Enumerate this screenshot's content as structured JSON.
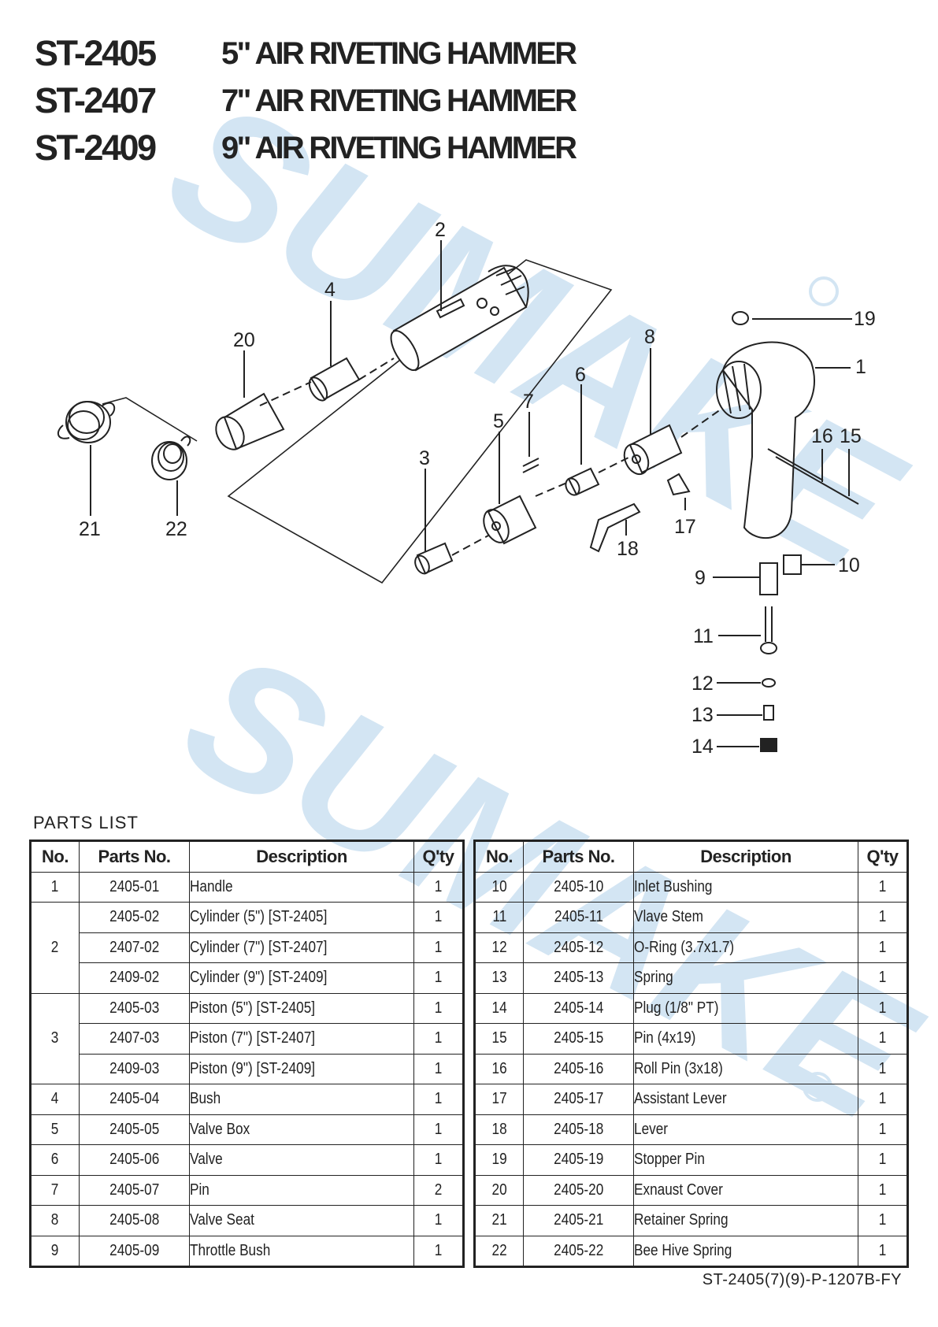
{
  "header": {
    "lines": [
      {
        "model": "ST-2405",
        "description": "5\" AIR RIVETING HAMMER"
      },
      {
        "model": "ST-2407",
        "description": "7\" AIR RIVETING HAMMER"
      },
      {
        "model": "ST-2409",
        "description": "9\" AIR RIVETING HAMMER"
      }
    ]
  },
  "watermark": {
    "text": "SUMAKE",
    "color": "#cfe3f2"
  },
  "diagram": {
    "callouts": [
      "1",
      "2",
      "3",
      "4",
      "5",
      "6",
      "7",
      "8",
      "9",
      "10",
      "11",
      "12",
      "13",
      "14",
      "15",
      "16",
      "17",
      "18",
      "19",
      "20",
      "21",
      "22"
    ]
  },
  "parts_list": {
    "label": "PARTS LIST",
    "columns": [
      "No.",
      "Parts No.",
      "Description",
      "Q'ty"
    ],
    "left": [
      {
        "no": "1",
        "part": "2405-01",
        "desc": "Handle",
        "qty": "1"
      },
      {
        "no": "2",
        "part": "2405-02",
        "desc": "Cylinder (5\") [ST-2405]",
        "qty": "1"
      },
      {
        "no": "",
        "part": "2407-02",
        "desc": "Cylinder (7\") [ST-2407]",
        "qty": "1"
      },
      {
        "no": "",
        "part": "2409-02",
        "desc": "Cylinder (9\") [ST-2409]",
        "qty": "1"
      },
      {
        "no": "3",
        "part": "2405-03",
        "desc": "Piston (5\")  [ST-2405]",
        "qty": "1"
      },
      {
        "no": "",
        "part": "2407-03",
        "desc": "Piston (7\")  [ST-2407]",
        "qty": "1"
      },
      {
        "no": "",
        "part": "2409-03",
        "desc": "Piston (9\")  [ST-2409]",
        "qty": "1"
      },
      {
        "no": "4",
        "part": "2405-04",
        "desc": "Bush",
        "qty": "1"
      },
      {
        "no": "5",
        "part": "2405-05",
        "desc": "Valve Box",
        "qty": "1"
      },
      {
        "no": "6",
        "part": "2405-06",
        "desc": "Valve",
        "qty": "1"
      },
      {
        "no": "7",
        "part": "2405-07",
        "desc": "Pin",
        "qty": "2"
      },
      {
        "no": "8",
        "part": "2405-08",
        "desc": "Valve Seat",
        "qty": "1"
      },
      {
        "no": "9",
        "part": "2405-09",
        "desc": "Throttle Bush",
        "qty": "1"
      }
    ],
    "right": [
      {
        "no": "10",
        "part": "2405-10",
        "desc": "Inlet Bushing",
        "qty": "1"
      },
      {
        "no": "11",
        "part": "2405-11",
        "desc": "Vlave Stem",
        "qty": "1"
      },
      {
        "no": "12",
        "part": "2405-12",
        "desc": "O-Ring (3.7x1.7)",
        "qty": "1"
      },
      {
        "no": "13",
        "part": "2405-13",
        "desc": "Spring",
        "qty": "1"
      },
      {
        "no": "14",
        "part": "2405-14",
        "desc": "Plug (1/8\" PT)",
        "qty": "1"
      },
      {
        "no": "15",
        "part": "2405-15",
        "desc": "Pin (4x19)",
        "qty": "1"
      },
      {
        "no": "16",
        "part": "2405-16",
        "desc": "Roll Pin (3x18)",
        "qty": "1"
      },
      {
        "no": "17",
        "part": "2405-17",
        "desc": "Assistant Lever",
        "qty": "1"
      },
      {
        "no": "18",
        "part": "2405-18",
        "desc": "Lever",
        "qty": "1"
      },
      {
        "no": "19",
        "part": "2405-19",
        "desc": "Stopper Pin",
        "qty": "1"
      },
      {
        "no": "20",
        "part": "2405-20",
        "desc": "Exnaust Cover",
        "qty": "1"
      },
      {
        "no": "21",
        "part": "2405-21",
        "desc": "Retainer Spring",
        "qty": "1"
      },
      {
        "no": "22",
        "part": "2405-22",
        "desc": "Bee Hive Spring",
        "qty": "1"
      }
    ]
  },
  "footer": {
    "code": "ST-2405(7)(9)-P-1207B-FY"
  }
}
